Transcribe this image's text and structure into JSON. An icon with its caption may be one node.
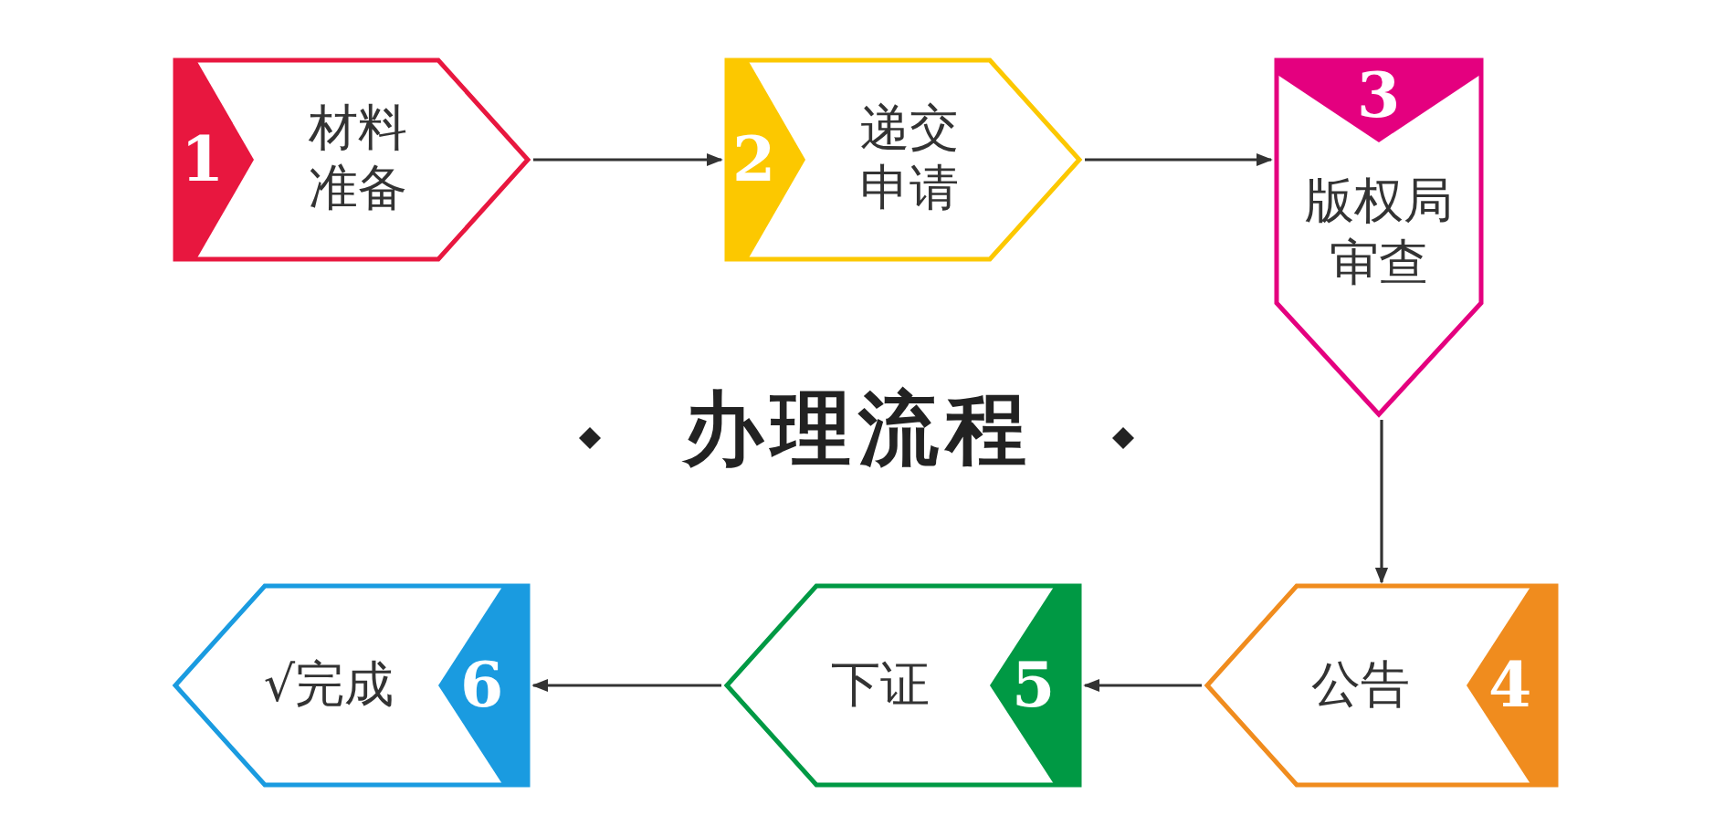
{
  "diagram": {
    "title": "办理流程",
    "nodes": [
      {
        "text": [
          "1",
          "材料准备"
        ]
      },
      {
        "text": [
          "2",
          "递交申请"
        ]
      },
      {
        "text": [
          "3",
          "版权局审查"
        ]
      },
      {
        "text": [
          "公告",
          "4"
        ]
      },
      {
        "text": [
          "下证",
          "5"
        ]
      },
      {
        "text": [
          "√完成",
          "6"
        ]
      }
    ],
    "edges": [
      {
        "from": 0,
        "to": 1,
        "arrow": "to"
      },
      {
        "from": 1,
        "to": 2,
        "arrow": "to"
      },
      {
        "from": 2,
        "to": 3,
        "arrow": "to"
      },
      {
        "from": 3,
        "to": 4,
        "arrow": "to"
      },
      {
        "from": 4,
        "to": 5,
        "arrow": "to"
      }
    ]
  }
}
